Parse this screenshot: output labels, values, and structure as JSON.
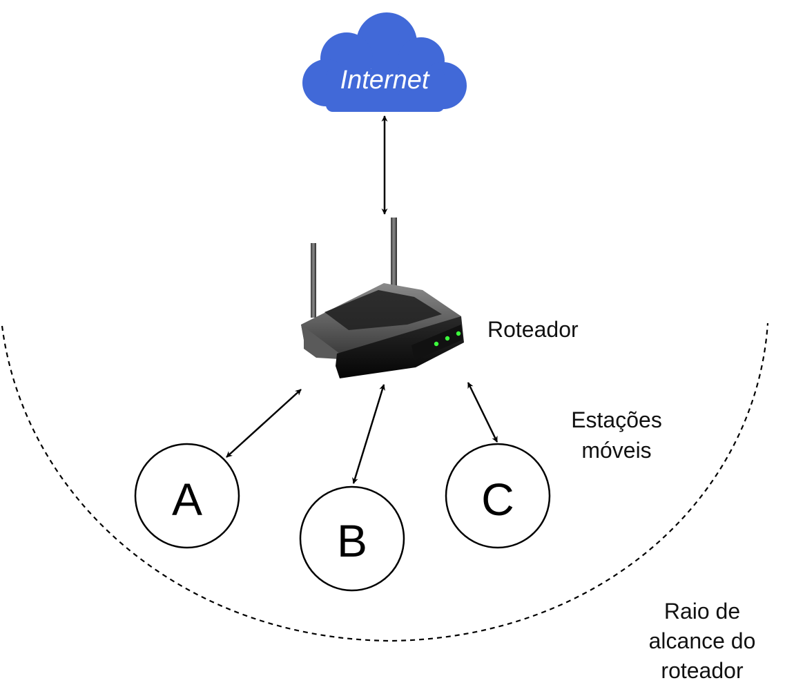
{
  "cloud": {
    "label": "Internet",
    "color": "#4169d8"
  },
  "router": {
    "label": "Roteador"
  },
  "stations": {
    "label_line1": "Estações",
    "label_line2": "móveis",
    "nodes": [
      {
        "id": "a",
        "label": "A"
      },
      {
        "id": "b",
        "label": "B"
      },
      {
        "id": "c",
        "label": "C"
      }
    ]
  },
  "range": {
    "label_line1": "Raio de",
    "label_line2": "alcance do",
    "label_line3": "roteador"
  }
}
